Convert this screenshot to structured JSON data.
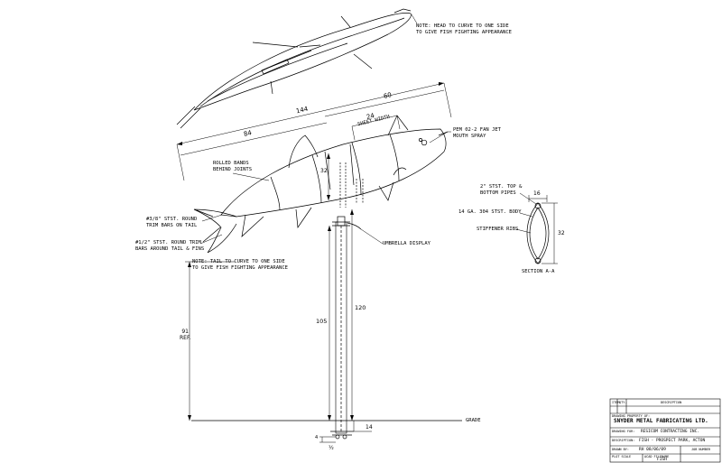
{
  "notes": {
    "head_note": "NOTE: HEAD TO CURVE TO ONE SIDE\nTO GIVE FISH FIGHTING APPEARANCE",
    "tail_note": "NOTE: TAIL TO CURVE TO ONE SIDE\nTO GIVE FISH FIGHTING APPEARANCE",
    "pem_note": "PEM 02-2 FAN JET\nMOUTH SPRAY",
    "rolled_bands": "ROLLED BANDS\nBEHIND JOINTS",
    "tail_trim": "#3/8\" STST. ROUND\nTRIM BARS ON TAIL",
    "fin_trim": "#1/2\" STST. ROUND TRIM\nBARS AROUND TAIL & FINS",
    "umbrella": "UMBRELLA DISPLAY",
    "top_bottom_pipes": "2\" STST. TOP &\nBOTTOM PIPES",
    "body_gauge": "14 GA. 304 STST. BODY",
    "stiffener": "STIFFENER RIBS",
    "section": "SECTION A-A",
    "grade": "GRADE",
    "sheet_width": "SHEET WIDTH"
  },
  "dimensions": {
    "overall": "144",
    "right_part": "60",
    "sheet": "24",
    "left_part": "84",
    "body_height": "32",
    "section_width": "16",
    "section_height": "32",
    "pole_105": "105",
    "pole_120": "120",
    "ref": "91\nREF.",
    "base_14": "14",
    "base_4": "4",
    "base_half": "½"
  },
  "title_block": {
    "item_label": "ITEM",
    "qty_label": "QTY.",
    "desc_label": "DESCRIPTION",
    "drawing_property_label": "DRAWING PROPERTY OF:",
    "company": "SNYDER METAL FABRICATING LTD.",
    "drawing_for_label": "DRAWING FOR:",
    "client": "RESICOM CONTRACTING INC.",
    "description_label": "DESCRIPTION:",
    "description": "FISH - PROSPECT PARK, ACTON",
    "drawn_by_label": "DRAWN BY:",
    "drawn_by": "RH  08/06/09",
    "job_number_label": "JOB NUMBER",
    "plot_scale_label": "PLOT SCALE",
    "acad_filename_label": "ACAD FILENAME",
    "filename": "FISH"
  }
}
